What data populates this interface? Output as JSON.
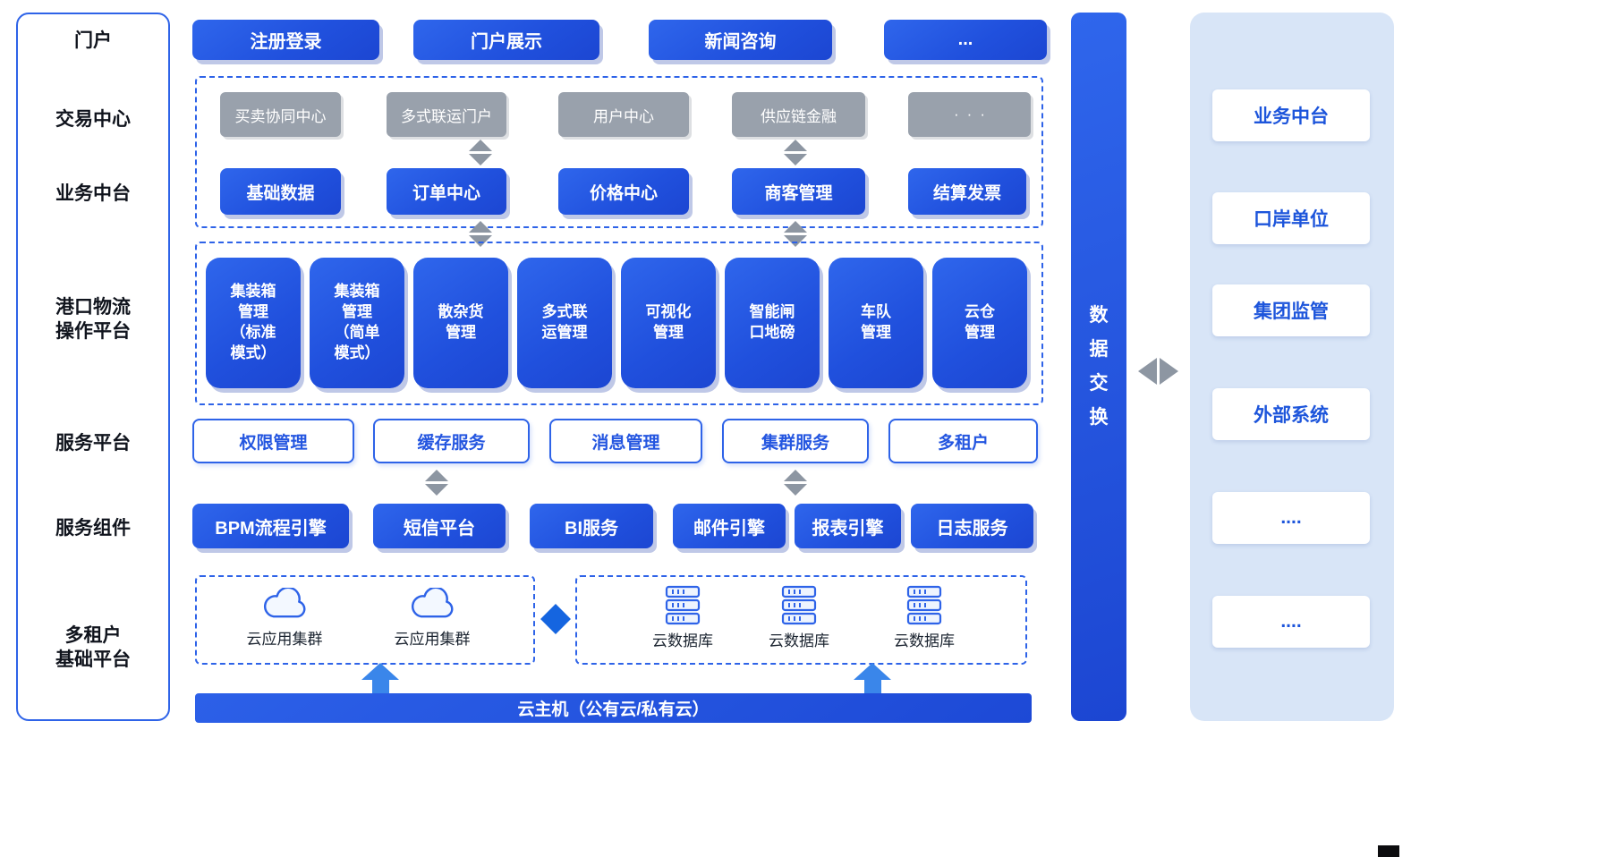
{
  "colors": {
    "accent_blue": "#2456e0",
    "gray_box": "#99a1ac",
    "panel_bg": "#d8e5f7",
    "arrow_gray": "#8d96a2",
    "dashed_border": "#2e63e8"
  },
  "sidebar": {
    "items": [
      {
        "label": "门户"
      },
      {
        "label": "交易中心"
      },
      {
        "label": "业务中台"
      },
      {
        "label": "港口物流\n操作平台"
      },
      {
        "label": "服务平台"
      },
      {
        "label": "服务组件"
      },
      {
        "label": "多租户\n基础平台"
      }
    ]
  },
  "portal": {
    "buttons": [
      "注册登录",
      "门户展示",
      "新闻咨询",
      "..."
    ]
  },
  "trading": {
    "top_row": [
      "买卖协同中心",
      "多式联运门户",
      "用户中心",
      "供应链金融",
      "···"
    ],
    "bottom_row": [
      "基础数据",
      "订单中心",
      "价格中心",
      "商客管理",
      "结算发票"
    ]
  },
  "port_ops": {
    "boxes": [
      "集装箱\n管理\n（标准\n模式）",
      "集装箱\n管理\n（简单\n模式）",
      "散杂货\n管理",
      "多式联\n运管理",
      "可视化\n管理",
      "智能闸\n口地磅",
      "车队\n管理",
      "云仓\n管理"
    ]
  },
  "service_platform": {
    "boxes": [
      "权限管理",
      "缓存服务",
      "消息管理",
      "集群服务",
      "多租户"
    ]
  },
  "service_components": {
    "boxes": [
      "BPM流程引擎",
      "短信平台",
      "BI服务",
      "邮件引擎",
      "报表引擎",
      "日志服务"
    ]
  },
  "infra": {
    "cloud_clusters": [
      "云应用集群",
      "云应用集群"
    ],
    "databases": [
      "云数据库",
      "云数据库",
      "云数据库"
    ],
    "host_bar": "云主机（公有云/私有云）"
  },
  "data_exchange": {
    "label": "数\n据\n交\n换"
  },
  "right_panel": {
    "items": [
      "业务中台",
      "口岸单位",
      "集团监管",
      "外部系统",
      "....",
      "...."
    ]
  }
}
